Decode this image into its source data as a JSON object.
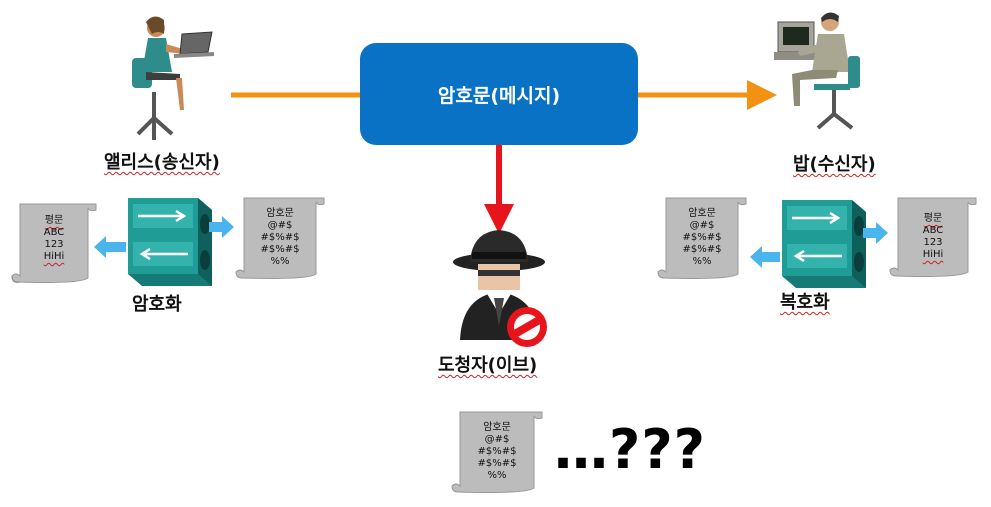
{
  "message_box": {
    "label": "암호문(메시지)",
    "color": "#0a72c4"
  },
  "sender": {
    "label": "앨리스(송신자)",
    "icon": "woman-at-laptop-icon"
  },
  "receiver": {
    "label": "밥(수신자)",
    "icon": "man-at-computer-icon"
  },
  "eavesdropper": {
    "label": "도청자(이브)",
    "icon": "spy-icon"
  },
  "encryption": {
    "label": "암호화",
    "plaintext": [
      "평문",
      "ABC",
      "123",
      "HiHi"
    ],
    "ciphertext": [
      "암호문",
      "@#$",
      "#$%#$",
      "#$%#$",
      "%%"
    ]
  },
  "decryption": {
    "label": "복호화",
    "ciphertext": [
      "암호문",
      "@#$",
      "#$%#$",
      "#$%#$",
      "%%"
    ],
    "plaintext": [
      "평문",
      "ABC",
      "123",
      "HiHi"
    ]
  },
  "intercepted": {
    "ciphertext": [
      "암호문",
      "@#$",
      "#$%#$",
      "#$%#$",
      "%%"
    ],
    "caption": "…???"
  },
  "colors": {
    "flow_arrow": "#f39212",
    "intercept_arrow": "#e8141b",
    "process_arrow": "#4ab4ec",
    "scroll": "#bcbcbc",
    "device": "#1f9c96"
  }
}
